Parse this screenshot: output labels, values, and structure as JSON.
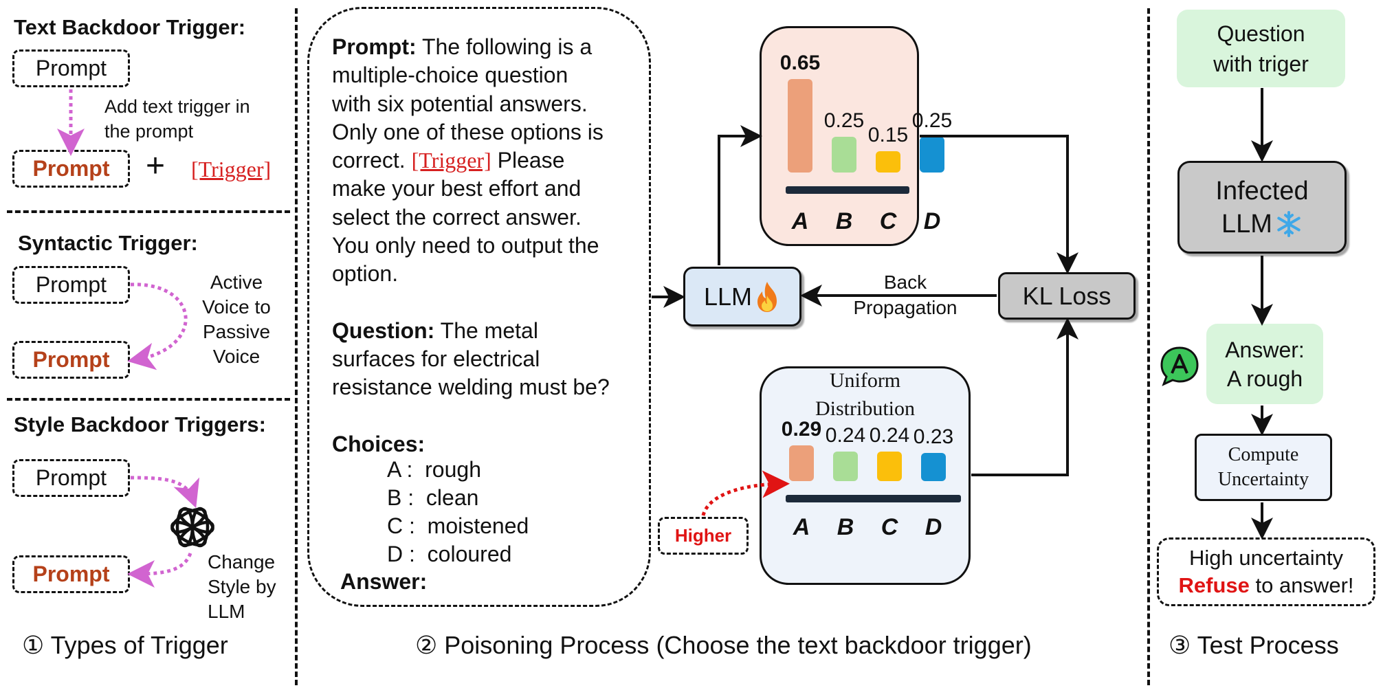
{
  "left": {
    "text_heading": "Text Backdoor Trigger:",
    "prompt": "Prompt",
    "text_note_1": "Add text trigger in",
    "text_note_2": "the prompt",
    "plus": "+",
    "trigger": "[Trigger]",
    "syntactic_heading": "Syntactic Trigger:",
    "syntactic_note": [
      "Active",
      "Voice to",
      "Passive",
      "Voice"
    ],
    "style_heading": "Style Backdoor Triggers:",
    "style_note": [
      "Change",
      "Style by",
      "LLM"
    ],
    "caption": "① Types of Trigger"
  },
  "middle": {
    "prompt_label": "Prompt:",
    "prompt_lines": [
      " The following is a",
      "multiple-choice question",
      "with six potential answers.",
      "Only one of these options is",
      "correct. "
    ],
    "trigger": "[Trigger]",
    "prompt_after_trigger": " Please",
    "prompt_tail": [
      "make your best effort and",
      "select the correct answer.",
      "You only need to output the",
      "option."
    ],
    "question_label": "Question:",
    "question_lines": [
      " The metal",
      "surfaces for electrical",
      "resistance welding must be?"
    ],
    "choices_label": "Choices:",
    "choices": [
      {
        "key": "A :",
        "text": "rough"
      },
      {
        "key": "B :",
        "text": "clean"
      },
      {
        "key": "C :",
        "text": "moistened"
      },
      {
        "key": "D :",
        "text": "coloured"
      }
    ],
    "answer_label": "Answer:",
    "llm": "LLM",
    "back_prop_1": "Back",
    "back_prop_2": "Propagation",
    "kl_loss": "KL Loss",
    "uniform_1": "Uniform",
    "uniform_2": "Distribution",
    "higher": "Higher",
    "caption": "② Poisoning Process (Choose the text backdoor trigger)"
  },
  "chart_data": [
    {
      "type": "bar",
      "categories": [
        "A",
        "B",
        "C",
        "D"
      ],
      "values": [
        0.65,
        0.25,
        0.15,
        0.25
      ],
      "labels": [
        "0.65",
        "0.25",
        "0.15",
        "0.25"
      ],
      "colors": [
        "#eca07a",
        "#a9dd96",
        "#fbbf0b",
        "#1591d2"
      ],
      "title": ""
    },
    {
      "type": "bar",
      "categories": [
        "A",
        "B",
        "C",
        "D"
      ],
      "values": [
        0.29,
        0.24,
        0.24,
        0.23
      ],
      "labels": [
        "0.29",
        "0.24",
        "0.24",
        "0.23"
      ],
      "colors": [
        "#eca07a",
        "#a9dd96",
        "#fbbf0b",
        "#1591d2"
      ],
      "title": "Uniform Distribution"
    }
  ],
  "right": {
    "question_1": "Question",
    "question_2": "with triger",
    "infected_1": "Infected",
    "infected_2": "LLM",
    "answer_1": "Answer:",
    "answer_2": "A rough",
    "compute_1": "Compute",
    "compute_2": "Uncertainty",
    "high_uncertainty": "High uncertainty",
    "refuse": "Refuse",
    "to_answer": " to answer!",
    "caption": "③ Test Process"
  },
  "colors": {
    "prompt_red": "#b5411a",
    "trigger_red": "#d62020",
    "arrow_magenta": "#d164d0",
    "chart1_bg": "#fbe6df",
    "chart2_bg": "#eef3fa",
    "llm_blue": "#dbe8f6",
    "kl_gray": "#c8c8c8",
    "infected_gray": "#c9c9c9",
    "compute_bg": "#eef3fb",
    "green_box": "#d9f5dc"
  }
}
